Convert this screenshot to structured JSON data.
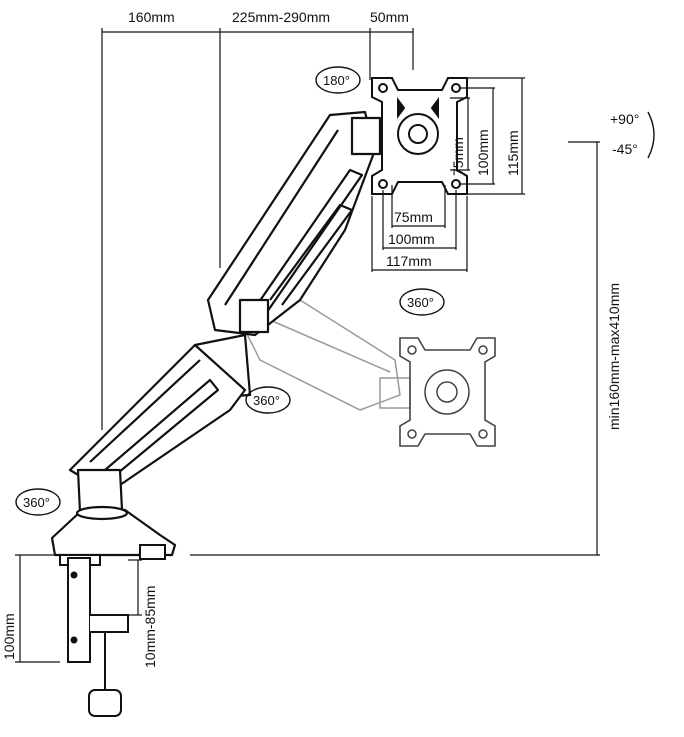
{
  "dimensions": {
    "arm_reach_1": "160mm",
    "arm_reach_2": "225mm-290mm",
    "vesa_offset": "50mm",
    "vesa_v_75": "75mm",
    "vesa_v_100": "100mm",
    "vesa_v_115": "115mm",
    "vesa_h_75": "75mm",
    "vesa_h_100": "100mm",
    "vesa_h_117": "117mm",
    "height_range": "min160mm-max410mm",
    "clamp_height": "100mm",
    "clamp_thickness": "10mm-85mm"
  },
  "rotations": {
    "plate_rotate": "180°",
    "swivel_plate": "360°",
    "swivel_arm": "360°",
    "swivel_base": "360°",
    "tilt_up": "+90°",
    "tilt_down": "-45°"
  },
  "colors": {
    "line": "#111111",
    "ghost": "#9a9a9a",
    "arm_fill": "#ffffff"
  }
}
